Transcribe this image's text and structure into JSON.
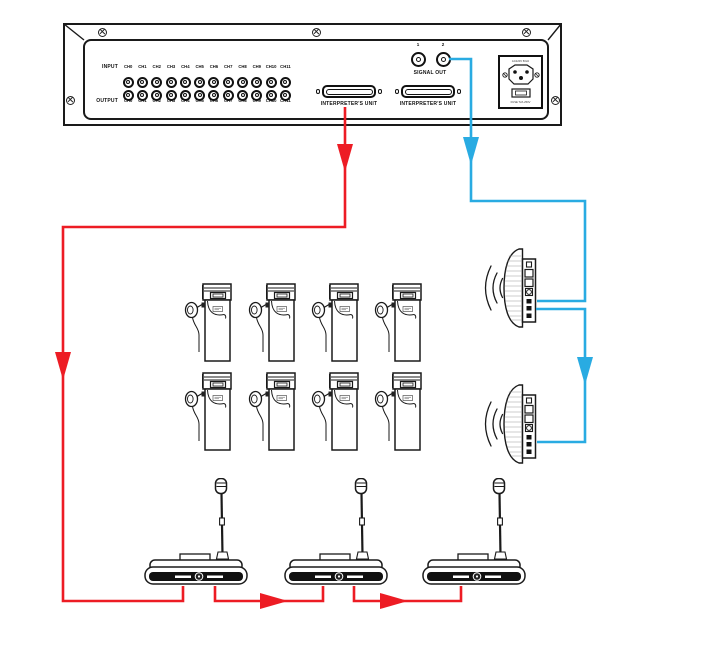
{
  "colors": {
    "red_cable": "#ed1c24",
    "blue_cable": "#29abe2",
    "outline": "#1a1a1a"
  },
  "rack": {
    "io": {
      "input_label": "INPUT",
      "output_label": "OUTPUT",
      "channels": [
        "CH0",
        "CH1",
        "CH2",
        "CH3",
        "CH4",
        "CH5",
        "CH6",
        "CH7",
        "CH8",
        "CH9",
        "CH10",
        "CH11"
      ]
    },
    "connectors": {
      "dsub1_label": "INTERPRETER'S UNIT",
      "dsub2_label": "INTERPRETER'S UNIT"
    },
    "signal_out": {
      "bnc1": "1",
      "bnc2": "2",
      "label": "SIGNAL OUT"
    },
    "power": {
      "line1": "AC220V 50Hz",
      "line2": "FUSE T2A 250V"
    }
  }
}
